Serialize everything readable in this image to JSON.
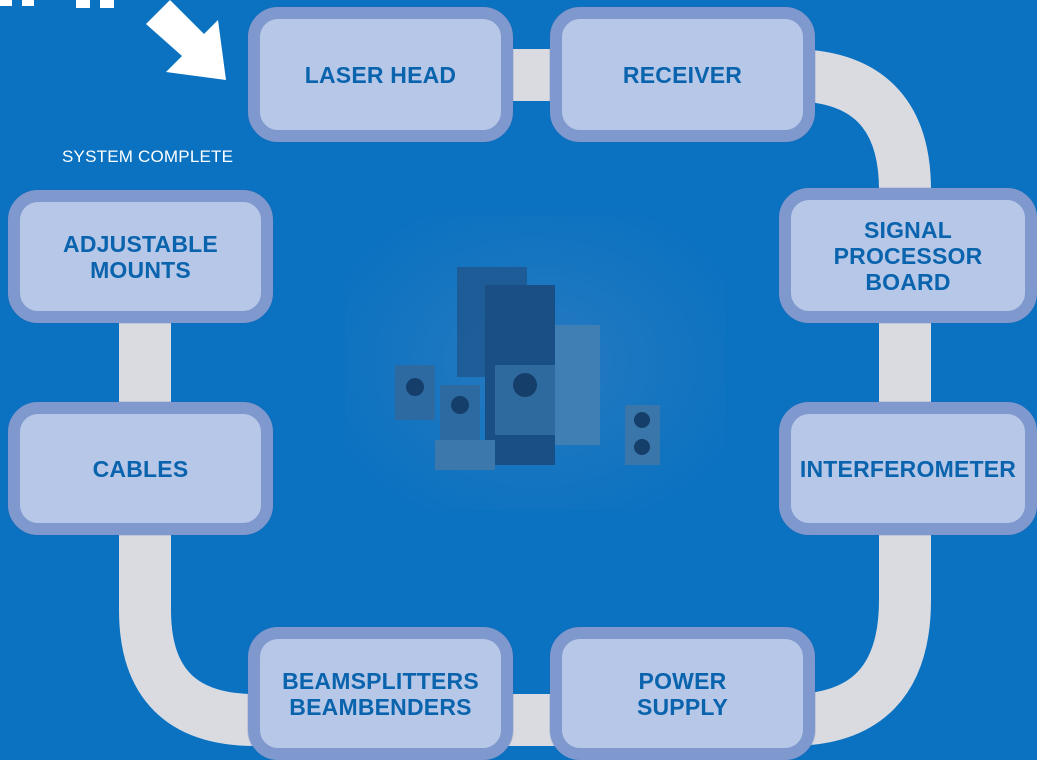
{
  "diagram": {
    "caption": "SYSTEM COMPLETE",
    "nodes": {
      "laser_head": "LASER HEAD",
      "receiver": "RECEIVER",
      "signal_processor_board": "SIGNAL\nPROCESSOR BOARD",
      "interferometer": "INTERFEROMETER",
      "power_supply": "POWER\nSUPPLY",
      "beamsplitters_beambenders": "BEAMSPLITTERS\nBEAMBENDERS",
      "cables": "CABLES",
      "adjustable_mounts": "ADJUSTABLE\nMOUNTS"
    },
    "center_image": "laser-system-components-photo",
    "start_indicator": "arrow-icon",
    "colors": {
      "background": "#0a72c1",
      "node_fill": "#b6c7e7",
      "node_border": "#7f98cd",
      "node_text": "#0a63ad",
      "connector": "#d9dbe1"
    }
  }
}
